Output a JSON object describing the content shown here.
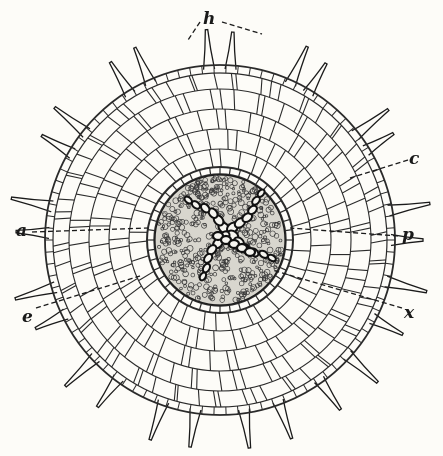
{
  "figure": {
    "labels": {
      "h": "h",
      "c": "c",
      "a": "a",
      "p": "p",
      "e": "e",
      "x": "x"
    },
    "colors": {
      "ink": "#1a1a1a",
      "paper": "#fdfcf8",
      "stele_fill": "#9a9a94"
    }
  }
}
